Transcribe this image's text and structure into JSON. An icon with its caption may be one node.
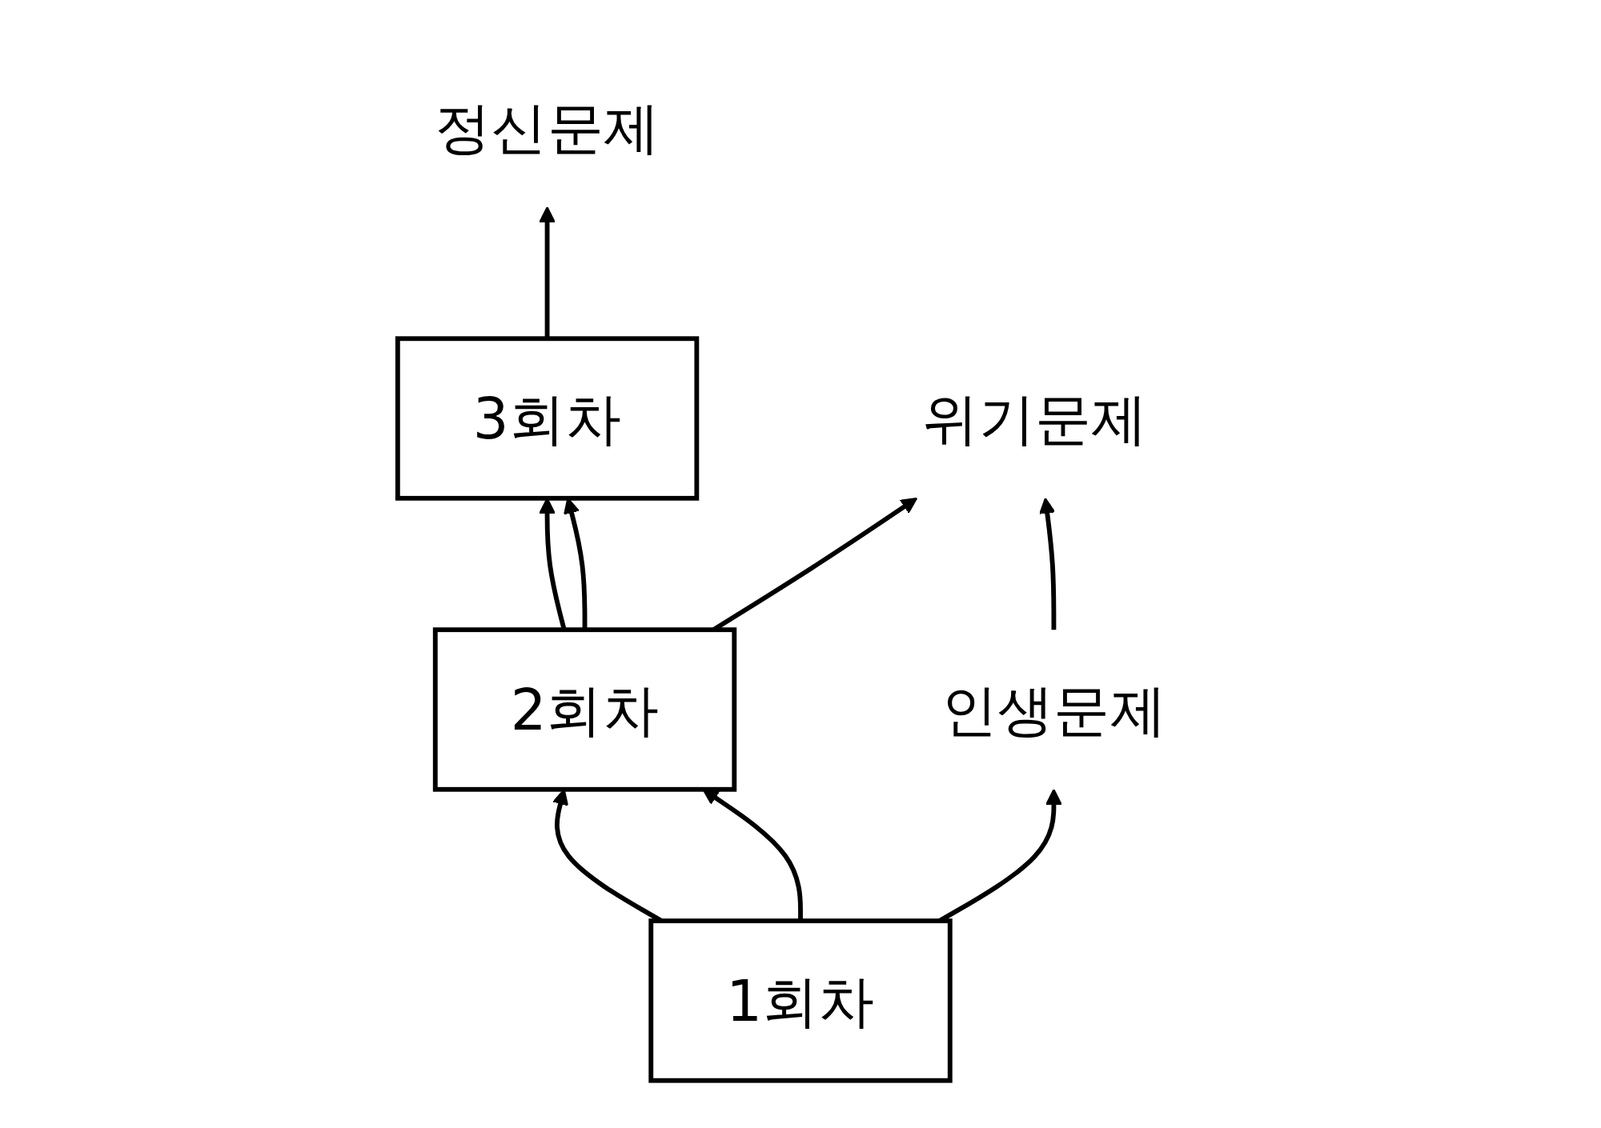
{
  "diagram": {
    "nodes": [
      {
        "text": [
          "3회차"
        ]
      },
      {
        "text": [
          "2회차"
        ]
      },
      {
        "text": [
          "1회차"
        ]
      },
      {
        "text": [
          "정신문제"
        ]
      },
      {
        "text": [
          "위기문제"
        ]
      },
      {
        "text": [
          "인생문제"
        ]
      }
    ],
    "edges": [
      {
        "from": 2,
        "to": 1,
        "arrow": "to"
      },
      {
        "from": 2,
        "to": 1,
        "arrow": "to"
      },
      {
        "from": 1,
        "to": 0,
        "arrow": "to"
      },
      {
        "from": 1,
        "to": 0,
        "arrow": "to"
      },
      {
        "from": 0,
        "to": 3,
        "arrow": "to"
      },
      {
        "from": 1,
        "to": 4,
        "arrow": "to"
      },
      {
        "from": 2,
        "to": 5,
        "arrow": "to"
      },
      {
        "from": 5,
        "to": 4,
        "arrow": "to"
      }
    ]
  }
}
